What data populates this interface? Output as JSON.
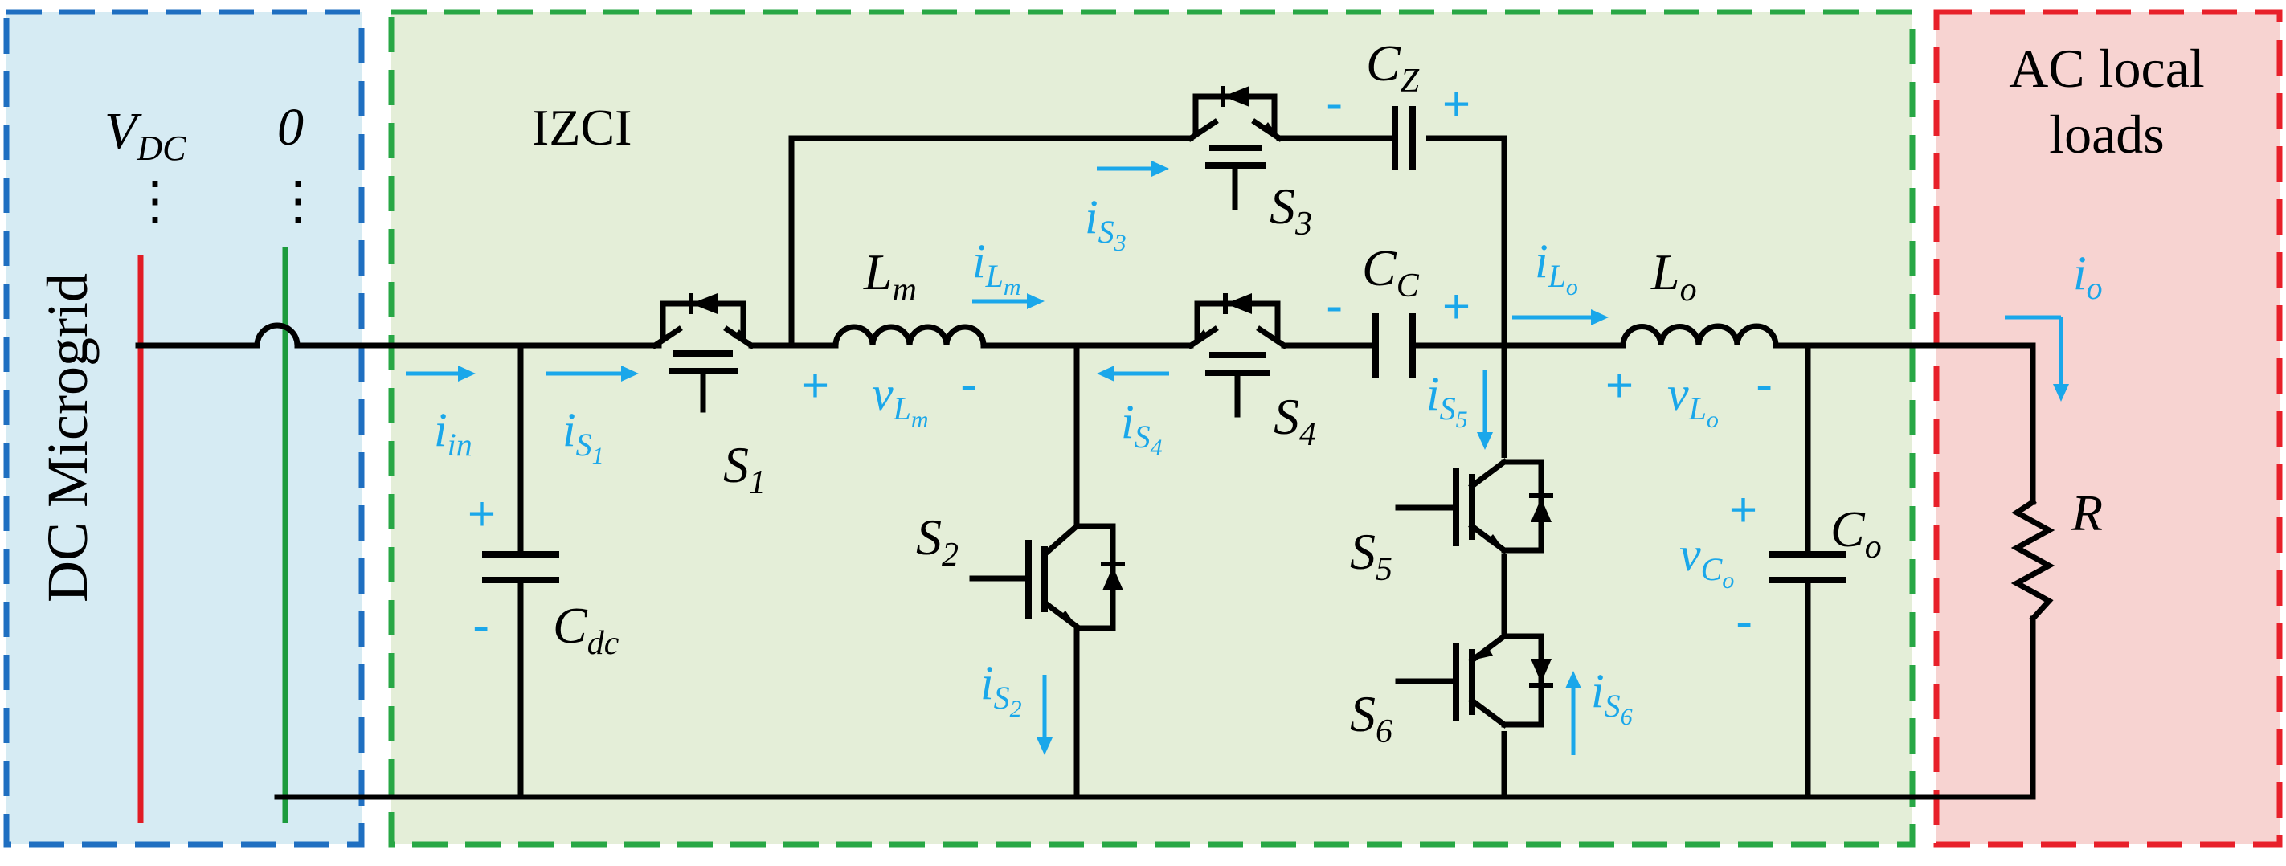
{
  "regions": {
    "dc_microgrid": "DC Microgrid",
    "izci": "IZCI",
    "ac_loads_line1": "AC local",
    "ac_loads_line2": "loads"
  },
  "terminals": {
    "vdc_main": "V",
    "vdc_sub": "DC",
    "zero": "0",
    "dots": "⋮"
  },
  "components": {
    "s1": {
      "main": "S",
      "sub": "1"
    },
    "s2": {
      "main": "S",
      "sub": "2"
    },
    "s3": {
      "main": "S",
      "sub": "3"
    },
    "s4": {
      "main": "S",
      "sub": "4"
    },
    "s5": {
      "main": "S",
      "sub": "5"
    },
    "s6": {
      "main": "S",
      "sub": "6"
    },
    "lm": {
      "main": "L",
      "sub": "m"
    },
    "lo": {
      "main": "L",
      "sub": "o"
    },
    "cz": {
      "main": "C",
      "sub": "Z"
    },
    "cc": {
      "main": "C",
      "sub": "C"
    },
    "cdc": {
      "main": "C",
      "sub": "dc"
    },
    "co": {
      "main": "C",
      "sub": "o"
    },
    "r": "R"
  },
  "currents": {
    "iin": {
      "main": "i",
      "sub": "in"
    },
    "is1": {
      "main": "i",
      "sub": "S",
      "subsub": "1"
    },
    "is2": {
      "main": "i",
      "sub": "S",
      "subsub": "2"
    },
    "is3": {
      "main": "i",
      "sub": "S",
      "subsub": "3"
    },
    "is4": {
      "main": "i",
      "sub": "S",
      "subsub": "4"
    },
    "is5": {
      "main": "i",
      "sub": "S",
      "subsub": "5"
    },
    "is6": {
      "main": "i",
      "sub": "S",
      "subsub": "6"
    },
    "ilm": {
      "main": "i",
      "sub": "L",
      "subsub": "m"
    },
    "ilo": {
      "main": "i",
      "sub": "L",
      "subsub": "o"
    },
    "io": {
      "main": "i",
      "sub": "o"
    }
  },
  "voltages": {
    "vlm": {
      "main": "v",
      "sub": "L",
      "subsub": "m"
    },
    "vlo": {
      "main": "v",
      "sub": "L",
      "subsub": "o"
    },
    "vco": {
      "main": "v",
      "sub": "C",
      "subsub": "o"
    }
  },
  "signs": {
    "plus": "+",
    "minus": "-"
  },
  "colors": {
    "dc_fill": "#d6ebf3",
    "dc_border": "#1f6fc1",
    "izci_fill": "#e4eed8",
    "izci_border": "#28a745",
    "ac_fill": "#f7d3d1",
    "ac_border": "#e8202a",
    "current": "#1aa7ea",
    "wire": "#000000",
    "pos_rail": "#e11c24",
    "neg_rail": "#1c9b3c"
  }
}
